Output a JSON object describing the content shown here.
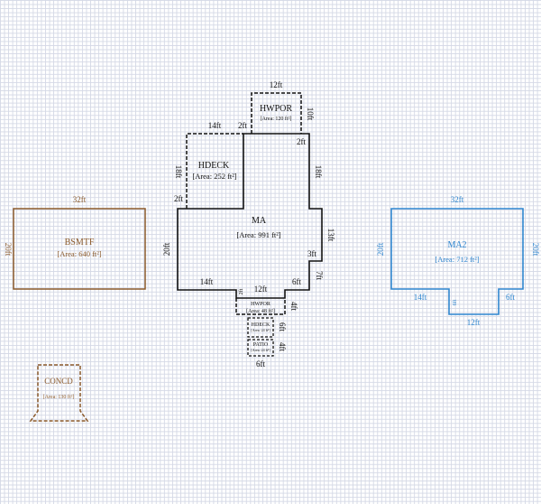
{
  "colors": {
    "black": "#111111",
    "brown": "#8b5a2b",
    "blue": "#2f86cf"
  },
  "areas": {
    "bsmtf": {
      "name": "BSMTF",
      "area": "[Area: 640 ft²]",
      "dims": [
        "32ft",
        "20ft"
      ]
    },
    "concd": {
      "name": "CONCD",
      "area": "[Area: 130 ft²]"
    },
    "ma": {
      "name": "MA",
      "area": "[Area: 991 ft²]",
      "dims": [
        "20ft",
        "14ft",
        "2ft",
        "12ft",
        "6ft",
        "7ft",
        "3ft",
        "13ft",
        "18ft",
        "2ft",
        "2ft"
      ]
    },
    "hdeck": {
      "name": "HDECK",
      "area": "[Area: 252 ft²]",
      "dims": [
        "14ft",
        "18ft",
        "2ft"
      ]
    },
    "hwpor_top": {
      "name": "HWPOR",
      "area": "[Area: 120 ft²]",
      "dims": [
        "12ft",
        "10ft"
      ]
    },
    "hwpor_bottom": {
      "name": "HWPOR",
      "area": "[Area: 48 ft²]",
      "dims": [
        "4ft"
      ]
    },
    "hdeck_small": {
      "name": "HDECK",
      "area": "[Area: 24 ft²]",
      "dims": [
        "6ft"
      ]
    },
    "patio": {
      "name": "PATIO",
      "area": "[Area: 24 ft²]",
      "dims": [
        "4ft",
        "6ft"
      ]
    },
    "ma2": {
      "name": "MA2",
      "area": "[Area: 712 ft²]",
      "dims": [
        "32ft",
        "20ft",
        "20ft",
        "14ft",
        "6ft",
        "6ft",
        "12ft"
      ]
    }
  }
}
